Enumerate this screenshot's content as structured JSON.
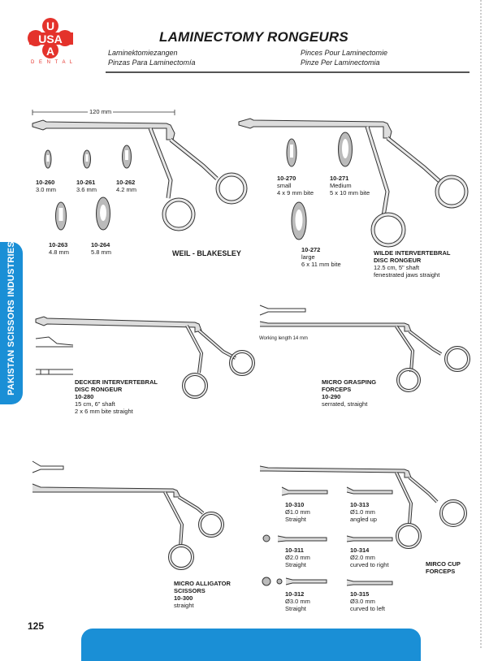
{
  "logo": {
    "letters_top": "U",
    "letters_mid": "USA",
    "letters_bot": "A",
    "arc_text": "DENTAL"
  },
  "header": {
    "title": "LAMINECTOMY RONGEURS",
    "sub_de": "Laminektomiezangen",
    "sub_es": "Pinzas Para Laminectomía",
    "sub_fr": "Pinces Pour Laminectomie",
    "sub_it": "Pinze Per Laminectomia"
  },
  "side_tab": "PAKISTAN SCISSORS INDUSTRIES",
  "weil": {
    "dimension": "120 mm",
    "name": "WEIL - BLAKESLEY",
    "tips": [
      {
        "code": "10-260",
        "size": "3.0 mm"
      },
      {
        "code": "10-261",
        "size": "3.6 mm"
      },
      {
        "code": "10-262",
        "size": "4.2 mm"
      },
      {
        "code": "10-263",
        "size": "4.8 mm"
      },
      {
        "code": "10-264",
        "size": "5.8 mm"
      }
    ]
  },
  "wilde": {
    "name1": "WILDE INTERVERTEBRAL",
    "name2": "DISC RONGEUR",
    "spec1": "12.5 cm, 5\" shaft",
    "spec2": "fenestrated jaws straight",
    "tips": [
      {
        "code": "10-270",
        "l1": "small",
        "l2": "4 x 9 mm bite"
      },
      {
        "code": "10-271",
        "l1": "Medium",
        "l2": "5 x 10 mm bite"
      },
      {
        "code": "10-272",
        "l1": "large",
        "l2": "6 x 11 mm bite"
      }
    ]
  },
  "decker": {
    "name1": "DECKER INTERVERTEBRAL",
    "name2": "DISC RONGEUR",
    "code": "10-280",
    "spec1": "15 cm, 6\" shaft",
    "spec2": "2 x 6 mm bite straight"
  },
  "grasping": {
    "working": "Working length 14 mm",
    "name1": "MICRO GRASPING",
    "name2": "FORCEPS",
    "code": "10-290",
    "spec": "serrated, straight"
  },
  "alligator": {
    "name1": "MICRO ALLIGATOR",
    "name2": "SCISSORS",
    "code": "10-300",
    "spec": "straight"
  },
  "cup": {
    "name1": "MIRCO CUP",
    "name2": "FORCEPS",
    "items": [
      {
        "code": "10-310",
        "l1": "Ø1.0 mm",
        "l2": "Straight"
      },
      {
        "code": "10-313",
        "l1": "Ø1.0 mm",
        "l2": "angled up"
      },
      {
        "code": "10-311",
        "l1": "Ø2.0 mm",
        "l2": "Straight"
      },
      {
        "code": "10-314",
        "l1": "Ø2.0 mm",
        "l2": "curved to right"
      },
      {
        "code": "10-312",
        "l1": "Ø3.0 mm",
        "l2": "Straight"
      },
      {
        "code": "10-315",
        "l1": "Ø3.0 mm",
        "l2": "curved to left"
      }
    ]
  },
  "page_number": "125",
  "colors": {
    "brand_red": "#e4322b",
    "brand_blue": "#1a8fd6"
  }
}
